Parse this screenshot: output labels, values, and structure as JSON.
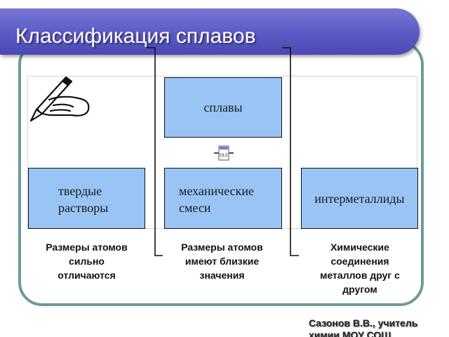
{
  "slide": {
    "title": "Классификация сплавов",
    "author_line1": "Сазонов В.В., учитель",
    "author_line2": "химии МОУ СОШ"
  },
  "diagram": {
    "root": {
      "label": "сплавы"
    },
    "categories": [
      {
        "lines": [
          "твердые",
          "растворы"
        ],
        "description": [
          "Размеры атомов",
          "сильно",
          "отличаются"
        ]
      },
      {
        "lines": [
          "механические",
          "смеси"
        ],
        "description": [
          "Размеры атомов",
          "имеют близкие",
          "значения"
        ]
      },
      {
        "lines": [
          "интерметаллиды"
        ],
        "description": [
          "Химические",
          "соединения",
          "металлов друг с",
          "другом"
        ]
      }
    ]
  },
  "icons": {
    "pen": "writing-hand-icon",
    "ole": "ole-object-icon"
  },
  "colors": {
    "banner": "#5a5ac4",
    "box_fill": "#99c4f5",
    "frame": "#6c9a9a"
  }
}
